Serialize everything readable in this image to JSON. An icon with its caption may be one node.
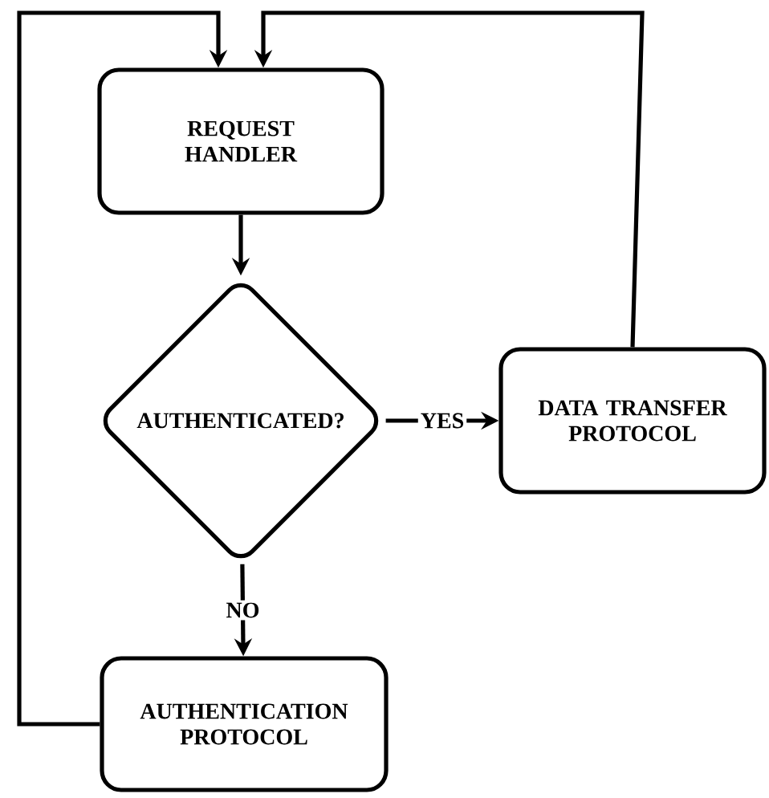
{
  "diagram": {
    "nodes": [
      {
        "text": [
          "REQUEST HANDLER"
        ]
      },
      {
        "text": [
          "AUTHENTICATED?"
        ]
      },
      {
        "text": [
          "DATA TRANSFER PROTOCOL"
        ]
      },
      {
        "text": [
          "AUTHENTICATION PROTOCOL"
        ]
      }
    ],
    "edges": [
      {
        "from": 0,
        "to": 1,
        "arrow": "to"
      },
      {
        "from": 1,
        "to": 2,
        "arrow": "to",
        "label": "YES"
      },
      {
        "from": 1,
        "to": 3,
        "arrow": "to",
        "label": "NO"
      },
      {
        "from": 3,
        "to": 0,
        "arrow": "to"
      },
      {
        "from": 2,
        "to": 0,
        "arrow": "to"
      }
    ]
  }
}
